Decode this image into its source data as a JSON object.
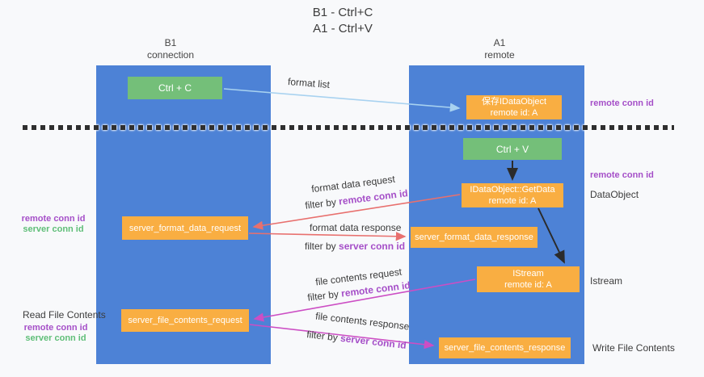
{
  "title": {
    "line1": "B1 - Ctrl+C",
    "line2": "A1 - Ctrl+V"
  },
  "columns": {
    "left": {
      "name": "B1",
      "role": "connection"
    },
    "right": {
      "name": "A1",
      "role": "remote"
    }
  },
  "nodes": {
    "ctrl_c": {
      "label": "Ctrl + C"
    },
    "save_dataobject": {
      "line1": "保存IDataObject",
      "line2": "remote id: A"
    },
    "ctrl_v": {
      "label": "Ctrl + V"
    },
    "getdata": {
      "line1": "IDataObject::GetData",
      "line2": "remote id: A"
    },
    "format_request": {
      "label": "server_format_data_request"
    },
    "format_response": {
      "label": "server_format_data_response"
    },
    "istream": {
      "line1": "IStream",
      "line2": "remote id: A"
    },
    "file_request": {
      "label": "server_file_contents_request"
    },
    "file_response": {
      "label": "server_file_contents_response"
    }
  },
  "arrows": {
    "format_list": {
      "label": "format list"
    },
    "format_data_request": {
      "label": "format data request",
      "filter_prefix": "filter by",
      "filter_id": "remote conn id"
    },
    "format_data_response": {
      "label": "format data response",
      "filter_prefix": "filter by",
      "filter_id": "server conn id"
    },
    "file_contents_request": {
      "label": "file contents request",
      "filter_prefix": "filter by",
      "filter_id": "remote conn id"
    },
    "file_contents_response": {
      "label": "file contents response",
      "filter_prefix": "filter by",
      "filter_id": "server conn id"
    }
  },
  "side_labels": {
    "right_top_remote_conn_id": "remote conn id",
    "right_mid_remote_conn_id": "remote conn id",
    "dataobject": "DataObject",
    "istream": "Istream",
    "write_file_contents": "Write File Contents",
    "left_mid_remote_conn_id": "remote conn id",
    "left_mid_server_conn_id": "server conn id",
    "read_file_contents": "Read File Contents",
    "left_bottom_remote_conn_id": "remote conn id",
    "left_bottom_server_conn_id": "server conn id"
  },
  "colors": {
    "column_blue": "#4d82d6",
    "node_green": "#74bf79",
    "node_orange": "#f9ae42",
    "arrow_light_blue": "#a8d2f0",
    "arrow_salmon": "#e8706e",
    "arrow_magenta": "#cc4ec4",
    "arrow_black": "#2b2b2b",
    "text_purple": "#a54fc8",
    "text_green": "#5fbe78"
  }
}
